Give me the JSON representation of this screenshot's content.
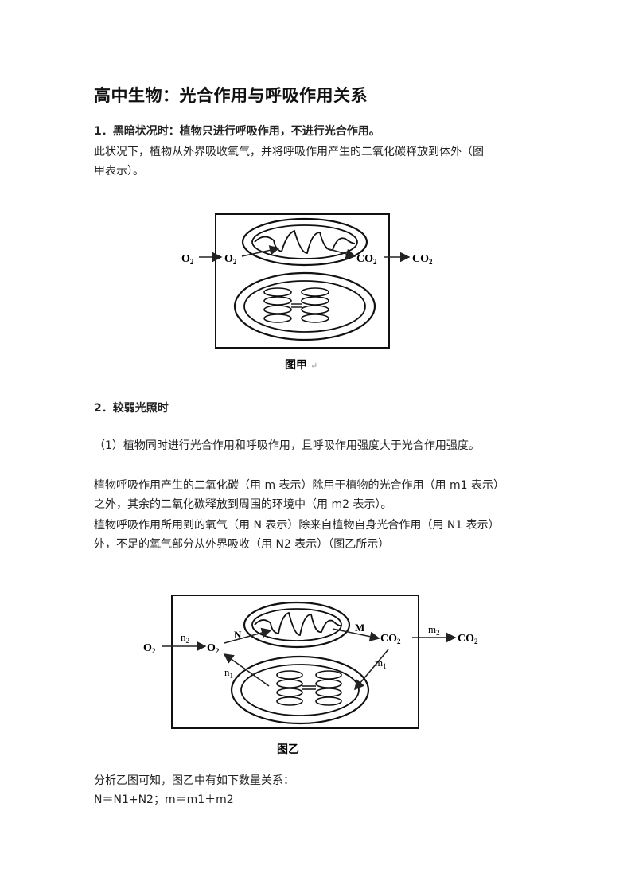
{
  "title": "高中生物：光合作用与呼吸作用关系",
  "section1": {
    "heading": "1．黑暗状况时：植物只进行呼吸作用，不进行光合作用。",
    "para_l1": "此状况下，植物从外界吸收氧气，并将呼吸作用产生的二氧化碳释放到体外（图",
    "para_l2": "甲表示）。"
  },
  "figure_a": {
    "caption": "图甲",
    "caption_mark": "↵",
    "labels": {
      "o2_out": "O",
      "o2_in": "O",
      "co2_in": "CO",
      "co2_out": "CO",
      "sub": "2"
    }
  },
  "section2": {
    "heading": "2．较弱光照时",
    "sub1": "（1）植物同时进行光合作用和呼吸作用，且呼吸作用强度大于光合作用强度。",
    "p1_l1": "植物呼吸作用产生的二氧化碳（用 m 表示）除用于植物的光合作用（用 m1 表示）",
    "p1_l2": "之外，其余的二氧化碳释放到周围的环境中（用 m2 表示）。",
    "p2_l1": "植物呼吸作用所用到的氧气（用 N 表示）除来自植物自身光合作用（用 N1 表示）",
    "p2_l2": "外，不足的氧气部分从外界吸收（用 N2 表示）（图乙所示）"
  },
  "figure_b": {
    "caption": "图乙",
    "labels": {
      "o2_out": "O",
      "o2_in": "O",
      "co2_in": "CO",
      "co2_out": "CO",
      "sub": "2",
      "n2": "n",
      "n1": "n",
      "m2": "m",
      "m1": "m",
      "N": "N",
      "M": "M",
      "n2_sub": "2",
      "n1_sub": "1",
      "m2_sub": "2",
      "m1_sub": "1"
    }
  },
  "analysis": {
    "line1": "分析乙图可知，图乙中有如下数量关系：",
    "line2": "N＝N1+N2；m＝m1＋m2"
  }
}
